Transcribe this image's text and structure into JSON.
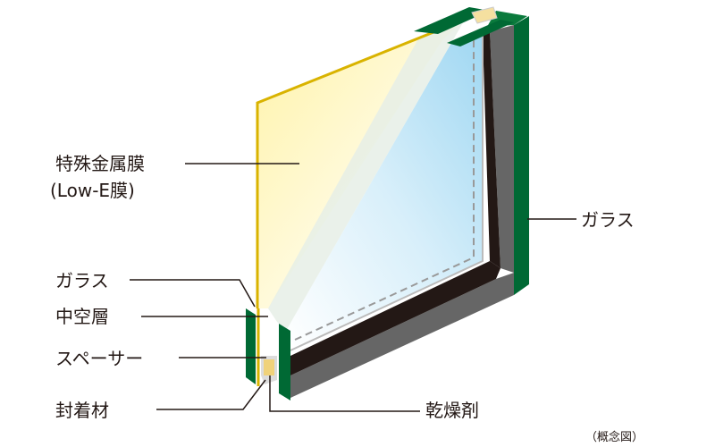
{
  "labels": {
    "low_e_line1": "特殊金属膜",
    "low_e_line2": "(Low-E膜)",
    "glass_right": "ガラス",
    "glass_left": "ガラス",
    "hollow_layer": "中空層",
    "spacer": "スペーサー",
    "sealant": "封着材",
    "desiccant": "乾燥剤",
    "concept_note": "（概念図）"
  },
  "colors": {
    "glass_edge_green": "#006934",
    "low_e_yellow": "#d9b300",
    "back_pane_blue": "#a9dcf3",
    "dark_band": "#231815",
    "gray_band": "#666666"
  }
}
